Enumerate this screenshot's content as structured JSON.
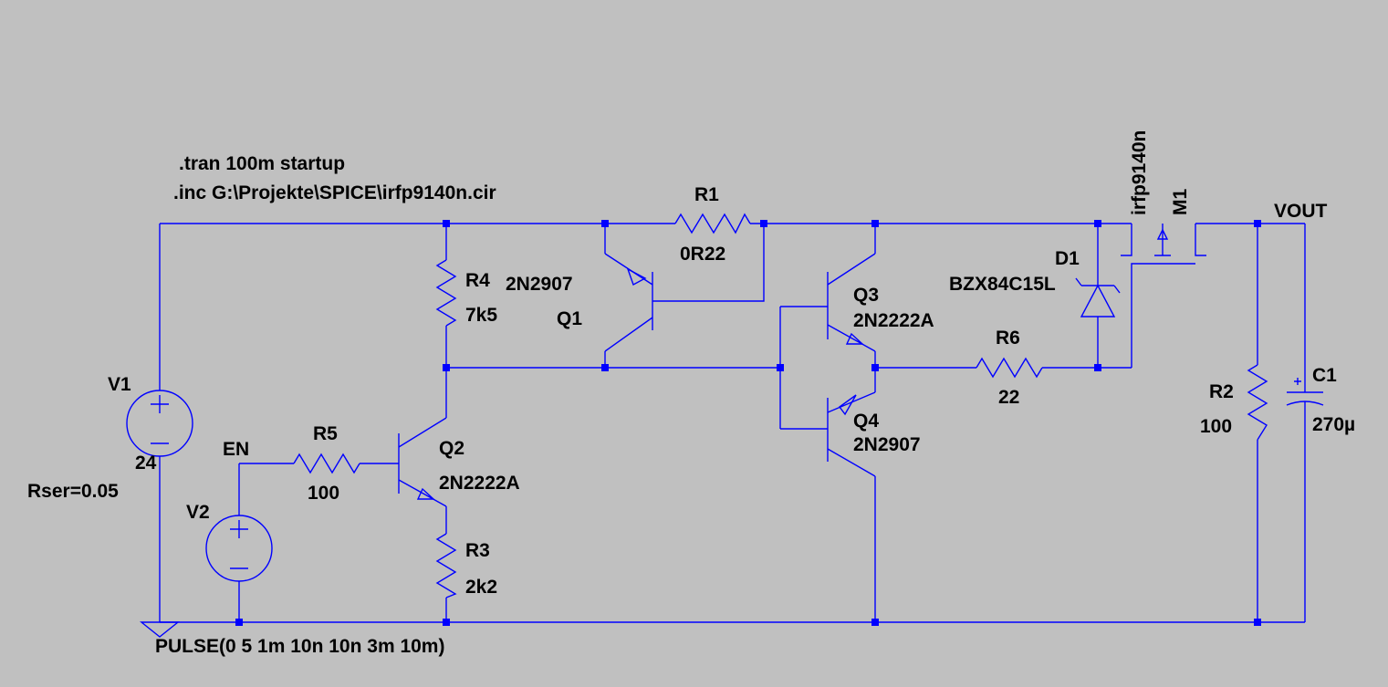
{
  "directives": {
    "tran": ".tran 100m startup",
    "inc": ".inc G:\\Projekte\\SPICE\\irfp9140n.cir"
  },
  "nets": {
    "vout": "VOUT",
    "en": "EN"
  },
  "components": {
    "V1": {
      "name": "V1",
      "value": "24",
      "extra": "Rser=0.05"
    },
    "V2": {
      "name": "V2",
      "value": "PULSE(0 5 1m 10n 10n 3m 10m)"
    },
    "R1": {
      "name": "R1",
      "value": "0R22"
    },
    "R2": {
      "name": "R2",
      "value": "100"
    },
    "R3": {
      "name": "R3",
      "value": "2k2"
    },
    "R4": {
      "name": "R4",
      "value": "7k5"
    },
    "R5": {
      "name": "R5",
      "value": "100"
    },
    "R6": {
      "name": "R6",
      "value": "22"
    },
    "C1": {
      "name": "C1",
      "value": "270µ"
    },
    "D1": {
      "name": "D1",
      "value": "BZX84C15L"
    },
    "Q1": {
      "name": "Q1",
      "value": "2N2907"
    },
    "Q2": {
      "name": "Q2",
      "value": "2N2222A"
    },
    "Q3": {
      "name": "Q3",
      "value": "2N2222A"
    },
    "Q4": {
      "name": "Q4",
      "value": "2N2907"
    },
    "M1": {
      "name": "M1",
      "value": "irfp9140n"
    }
  },
  "colors": {
    "background": "#c0c0c0",
    "wire": "#0000ff",
    "text": "#000000"
  }
}
